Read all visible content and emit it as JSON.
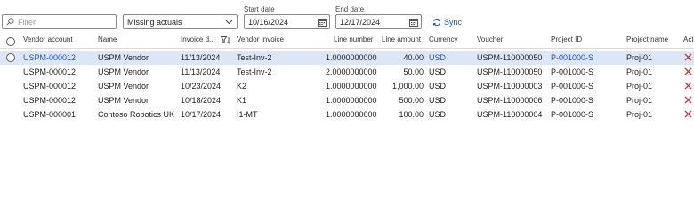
{
  "toolbar": {
    "filter_placeholder": "Filter",
    "view_select_value": "Missing actuals",
    "start_date_label": "Start date",
    "start_date_value": "10/16/2024",
    "end_date_label": "End date",
    "end_date_value": "12/17/2024",
    "sync_label": "Sync"
  },
  "grid": {
    "columns": [
      "Vendor account",
      "Name",
      "Invoice d...",
      "Vendor Invoice",
      "Line number",
      "Line amount",
      "Currency",
      "Voucher",
      "Project ID",
      "Project name",
      "Act"
    ],
    "rows": [
      {
        "vendor_account": "USPM-000012",
        "name": "USPM Vendor",
        "invoice_date": "11/13/2024",
        "vendor_invoice": "Test-Inv-2",
        "line_number": "1.0000000000",
        "line_amount": "40.00",
        "currency": "USD",
        "voucher": "USPM-110000050",
        "project_id": "P-001000-S",
        "project_name": "Proj-01"
      },
      {
        "vendor_account": "USPM-000012",
        "name": "USPM Vendor",
        "invoice_date": "11/13/2024",
        "vendor_invoice": "Test-Inv-2",
        "line_number": "2.0000000000",
        "line_amount": "50.00",
        "currency": "USD",
        "voucher": "USPM-110000050",
        "project_id": "P-001000-S",
        "project_name": "Proj-01"
      },
      {
        "vendor_account": "USPM-000012",
        "name": "USPM Vendor",
        "invoice_date": "10/23/2024",
        "vendor_invoice": "K2",
        "line_number": "1.0000000000",
        "line_amount": "1,000.00",
        "currency": "USD",
        "voucher": "USPM-110000003",
        "project_id": "P-001000-S",
        "project_name": "Proj-01"
      },
      {
        "vendor_account": "USPM-000012",
        "name": "USPM Vendor",
        "invoice_date": "10/18/2024",
        "vendor_invoice": "K1",
        "line_number": "1.0000000000",
        "line_amount": "500.00",
        "currency": "USD",
        "voucher": "USPM-110000006",
        "project_id": "P-001000-S",
        "project_name": "Proj-01"
      },
      {
        "vendor_account": "USPM-000001",
        "name": "Contoso Robotics UK",
        "invoice_date": "10/17/2024",
        "vendor_invoice": "I1-MT",
        "line_number": "1.0000000000",
        "line_amount": "100.00",
        "currency": "USD",
        "voucher": "USPM-110000004",
        "project_id": "P-001000-S",
        "project_name": "Proj-01"
      }
    ],
    "selected_row": 0
  },
  "icons": {
    "filter": "search-icon",
    "select": "chevron-down-icon",
    "date": "calendar-icon",
    "sync": "sync-icon",
    "sort": "filter-sort-icon",
    "delete": "delete-x-icon"
  },
  "colors": {
    "accent": "#1a56b4",
    "selected_row": "#dde6f7",
    "delete": "#c23b3b"
  }
}
